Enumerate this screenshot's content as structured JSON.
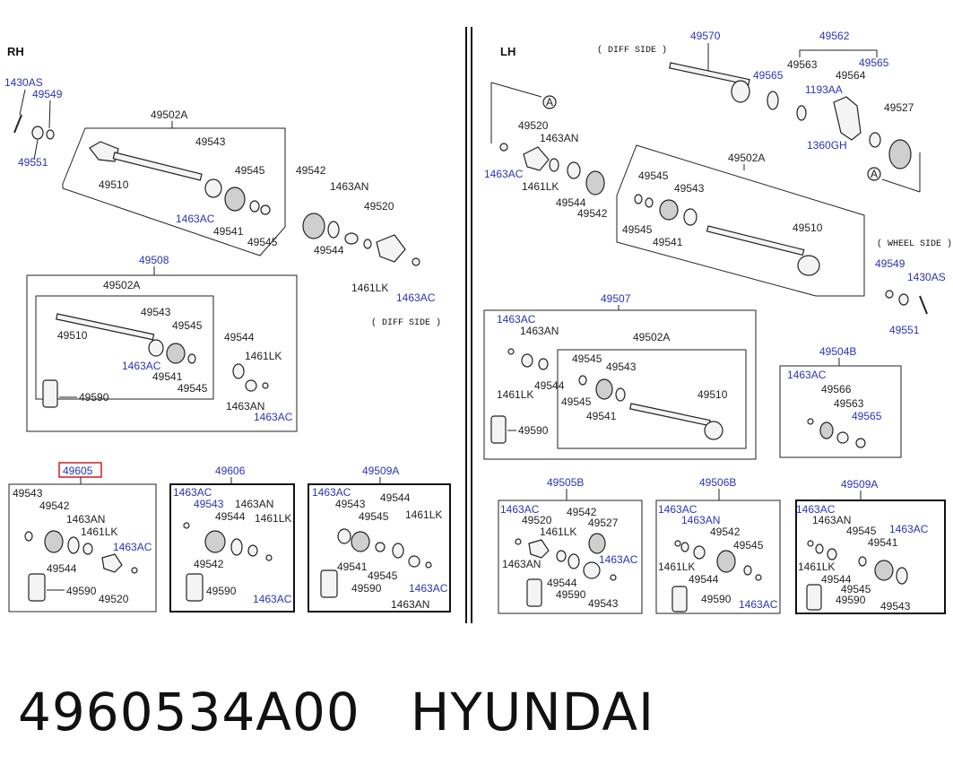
{
  "headers": {
    "rh": "RH",
    "lh": "LH"
  },
  "side_labels": {
    "diff_side_rh": "( DIFF SIDE )",
    "diff_side_lh": "( DIFF SIDE )",
    "wheel_side_lh": "( WHEEL SIDE )"
  },
  "circle_marker": "A",
  "colors": {
    "callout_blue": "#2a34b8",
    "highlight_red": "#d01f1f",
    "line": "#222222"
  },
  "caption": {
    "part_number": "4960534A00",
    "brand": "HYUNDAI"
  },
  "labels": {
    "rh_1430as": "1430AS",
    "rh_49549": "49549",
    "rh_49551": "49551",
    "rh_49502a": "49502A",
    "rh_49543": "49543",
    "rh_49545": "49545",
    "rh_49510": "49510",
    "rh_1463ac": "1463AC",
    "rh_49541": "49541",
    "rh_49545b": "49545",
    "rh_49542": "49542",
    "rh_1463an": "1463AN",
    "rh_49520": "49520",
    "rh_49544": "49544",
    "rh_1461lk": "1461LK",
    "rh_1463ac_b": "1463AC",
    "b508_title": "49508",
    "b508_49502a": "49502A",
    "b508_49543": "49543",
    "b508_49545": "49545",
    "b508_49510": "49510",
    "b508_1463ac": "1463AC",
    "b508_49541": "49541",
    "b508_49545b": "49545",
    "b508_49544": "49544",
    "b508_1461lk": "1461LK",
    "b508_1463an": "1463AN",
    "b508_1463ac_b": "1463AC",
    "b508_49590": "49590",
    "b605_title": "49605",
    "b605_49543": "49543",
    "b605_49542": "49542",
    "b605_1463an": "1463AN",
    "b605_1461lk": "1461LK",
    "b605_1463ac": "1463AC",
    "b605_49544": "49544",
    "b605_49590": "49590",
    "b605_49520": "49520",
    "b606_title": "49606",
    "b606_1463ac": "1463AC",
    "b606_49543": "49543",
    "b606_1463an": "1463AN",
    "b606_49544": "49544",
    "b606_1461lk": "1461LK",
    "b606_49542": "49542",
    "b606_49590": "49590",
    "b606_1463ac_b": "1463AC",
    "b509a_title": "49509A",
    "b509a_1463ac": "1463AC",
    "b509a_49544": "49544",
    "b509a_49543": "49543",
    "b509a_49545": "49545",
    "b509a_1461lk": "1461LK",
    "b509a_49541": "49541",
    "b509a_49545b": "49545",
    "b509a_49590": "49590",
    "b509a_1463ac_b": "1463AC",
    "b509a_1463an": "1463AN",
    "lh_49570": "49570",
    "lh_49562": "49562",
    "lh_49563": "49563",
    "lh_49565": "49565",
    "lh_49564": "49564",
    "lh_49565b": "49565",
    "lh_1193aa": "1193AA",
    "lh_49527": "49527",
    "lh_1360gh": "1360GH",
    "lh_49520": "49520",
    "lh_1463an": "1463AN",
    "lh_1463ac": "1463AC",
    "lh_1461lk": "1461LK",
    "lh_49544": "49544",
    "lh_49542": "49542",
    "lh_49502a": "49502A",
    "lh_49545": "49545",
    "lh_49543": "49543",
    "lh_49545b": "49545",
    "lh_49541": "49541",
    "lh_49510": "49510",
    "lh_49549": "49549",
    "lh_1430as": "1430AS",
    "lh_49551": "49551",
    "b507_title": "49507",
    "b507_1463ac": "1463AC",
    "b507_1463an": "1463AN",
    "b507_49502a": "49502A",
    "b507_49545": "49545",
    "b507_49543": "49543",
    "b507_49544": "49544",
    "b507_1461lk": "1461LK",
    "b507_49545b": "49545",
    "b507_49510": "49510",
    "b507_49541": "49541",
    "b507_49590": "49590",
    "b504b_title": "49504B",
    "b504b_1463ac": "1463AC",
    "b504b_49566": "49566",
    "b504b_49563": "49563",
    "b504b_49565": "49565",
    "b505b_title": "49505B",
    "b505b_1463ac": "1463AC",
    "b505b_49542": "49542",
    "b505b_49520": "49520",
    "b505b_49527": "49527",
    "b505b_1461lk": "1461LK",
    "b505b_1463ac_b": "1463AC",
    "b505b_1463an": "1463AN",
    "b505b_49544": "49544",
    "b505b_49590": "49590",
    "b505b_49543": "49543",
    "b506b_title": "49506B",
    "b506b_1463ac": "1463AC",
    "b506b_1463an": "1463AN",
    "b506b_49542": "49542",
    "b506b_49545": "49545",
    "b506b_1461lk": "1461LK",
    "b506b_49544": "49544",
    "b506b_49590": "49590",
    "b506b_1463ac_b": "1463AC",
    "b509a2_title": "49509A",
    "b509a2_1463ac": "1463AC",
    "b509a2_1463an": "1463AN",
    "b509a2_49545": "49545",
    "b509a2_1463ac_b": "1463AC",
    "b509a2_49541": "49541",
    "b509a2_1461lk": "1461LK",
    "b509a2_49544": "49544",
    "b509a2_49545b": "49545",
    "b509a2_49590": "49590",
    "b509a2_49543": "49543"
  }
}
